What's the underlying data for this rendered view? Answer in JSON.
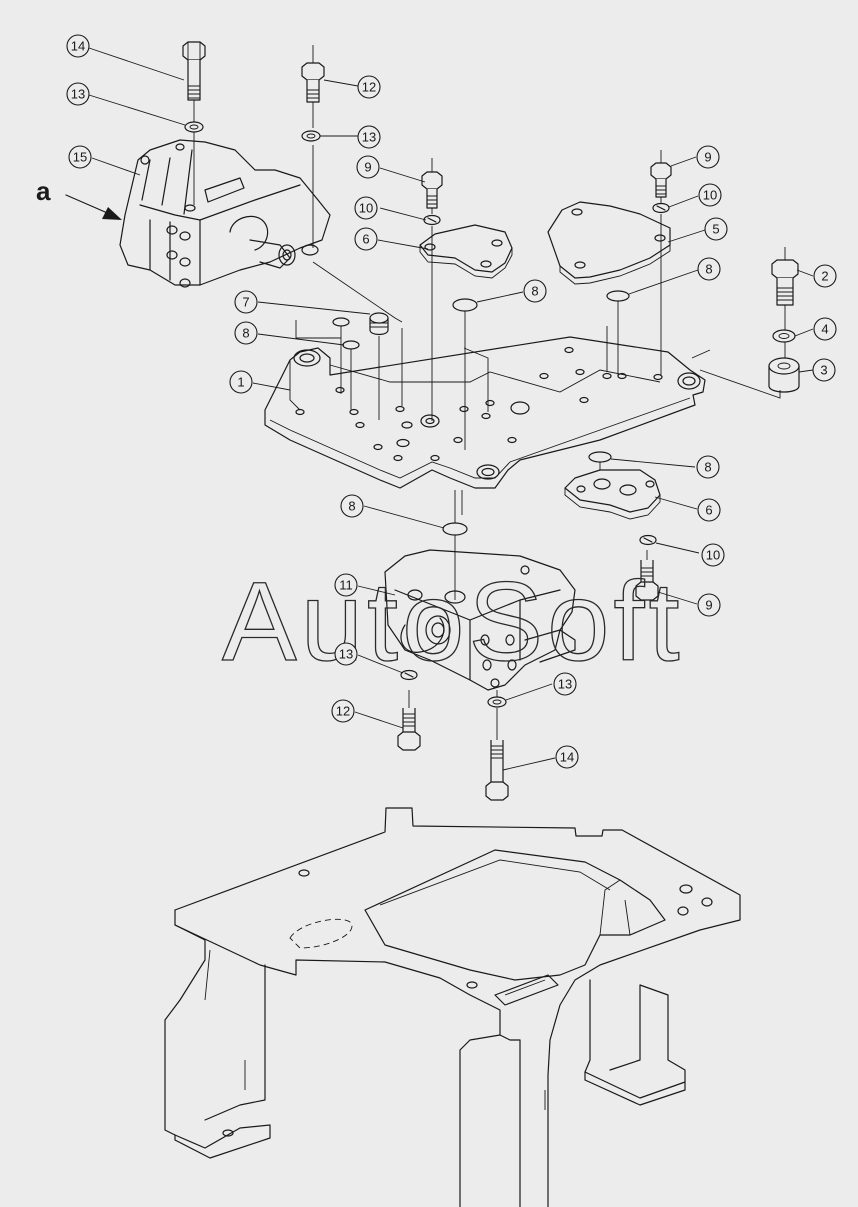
{
  "view_label": "a",
  "watermark": "AutoSoft",
  "callouts": [
    {
      "id": "c14a",
      "label": "14"
    },
    {
      "id": "c13a",
      "label": "13"
    },
    {
      "id": "c15",
      "label": "15"
    },
    {
      "id": "c12a",
      "label": "12"
    },
    {
      "id": "c13b",
      "label": "13"
    },
    {
      "id": "c9a",
      "label": "9"
    },
    {
      "id": "c10a",
      "label": "10"
    },
    {
      "id": "c6a",
      "label": "6"
    },
    {
      "id": "c9b",
      "label": "9"
    },
    {
      "id": "c10b",
      "label": "10"
    },
    {
      "id": "c5",
      "label": "5"
    },
    {
      "id": "c8a",
      "label": "8"
    },
    {
      "id": "c2",
      "label": "2"
    },
    {
      "id": "c8b",
      "label": "8"
    },
    {
      "id": "c4",
      "label": "4"
    },
    {
      "id": "c7",
      "label": "7"
    },
    {
      "id": "c8c",
      "label": "8"
    },
    {
      "id": "c3",
      "label": "3"
    },
    {
      "id": "c1",
      "label": "1"
    },
    {
      "id": "c8d",
      "label": "8"
    },
    {
      "id": "c6b",
      "label": "6"
    },
    {
      "id": "c8e",
      "label": "8"
    },
    {
      "id": "c10c",
      "label": "10"
    },
    {
      "id": "c11",
      "label": "11"
    },
    {
      "id": "c9c",
      "label": "9"
    },
    {
      "id": "c13c",
      "label": "13"
    },
    {
      "id": "c13d",
      "label": "13"
    },
    {
      "id": "c12b",
      "label": "12"
    },
    {
      "id": "c14b",
      "label": "14"
    }
  ]
}
